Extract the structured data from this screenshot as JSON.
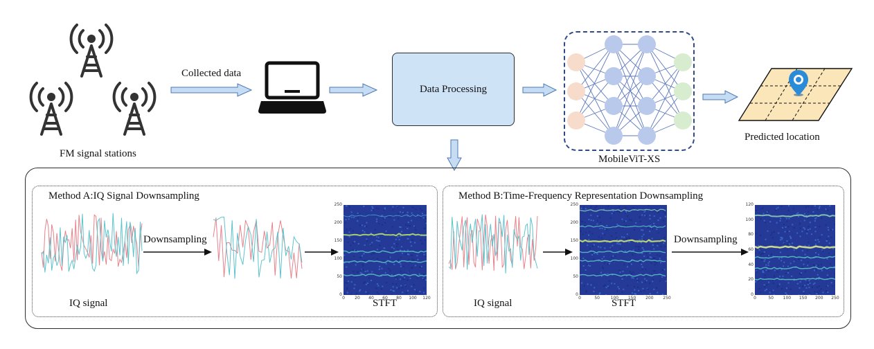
{
  "top": {
    "stations_label": "FM signal stations",
    "collected_label": "Collected data",
    "processing_label": "Data Processing",
    "model_label": "MobileViT-XS",
    "predicted_label": "Predicted location"
  },
  "method_a": {
    "title": "Method A:IQ Signal Downsampling",
    "iq_label": "IQ signal",
    "downsampling_label": "Downsampling",
    "stft_label": "STFT",
    "y_ticks": [
      "250",
      "200",
      "150",
      "100",
      "50",
      "0"
    ],
    "x_ticks": [
      "0",
      "20",
      "40",
      "60",
      "80",
      "100",
      "120"
    ]
  },
  "method_b": {
    "title": "Method B:Time-Frequency Representation Downsampling",
    "iq_label": "IQ signal",
    "stft_label": "STFT",
    "downsampling_label": "Downsampling",
    "y_ticks": [
      "250",
      "200",
      "150",
      "100",
      "50",
      "0"
    ],
    "x_ticks": [
      "0",
      "50",
      "100",
      "150",
      "200",
      "250"
    ],
    "ds_y_ticks": [
      "120",
      "100",
      "80",
      "60",
      "40",
      "20",
      "0"
    ],
    "ds_x_ticks": [
      "0",
      "50",
      "100",
      "150",
      "200",
      "250"
    ]
  },
  "colors": {
    "arrow_fill": "#c5dcf3",
    "arrow_stroke": "#4a78b5",
    "box_fill": "#cfe3f7",
    "nn_input": "#f8dccb",
    "nn_hidden": "#b8c9ec",
    "nn_output": "#d8ecd0",
    "map_fill": "#fbe6b9",
    "pin": "#2b8bd6",
    "signal_red": "#e8818b",
    "signal_cyan": "#5cc3cc",
    "spectrogram_bg": "#243a96"
  },
  "icons": [
    "antenna-tower-icon",
    "laptop-icon",
    "location-pin-icon"
  ]
}
